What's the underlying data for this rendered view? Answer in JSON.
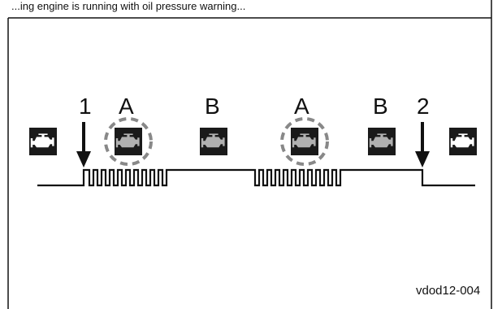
{
  "caption_fragment": "...ing engine is running with oil pressure warning...",
  "markers": [
    {
      "label": "1"
    },
    {
      "label": "A"
    },
    {
      "label": "B"
    },
    {
      "label": "A"
    },
    {
      "label": "B"
    },
    {
      "label": "2"
    }
  ],
  "reference_code": "vdod12-004",
  "colors": {
    "line": "#111111",
    "icon_dark": "#1a1a1a",
    "icon_gray": "#b0b0b0",
    "icon_white": "#ffffff",
    "dashed_ring": "#888888"
  },
  "icons": [
    {
      "name": "oil-warning-lamp-icon",
      "state": "off"
    },
    {
      "name": "oil-warning-lamp-icon",
      "state": "dim"
    },
    {
      "name": "oil-warning-lamp-icon",
      "state": "dim"
    },
    {
      "name": "oil-warning-lamp-icon",
      "state": "dim"
    },
    {
      "name": "oil-warning-lamp-icon",
      "state": "dim"
    },
    {
      "name": "oil-warning-lamp-icon",
      "state": "off"
    }
  ]
}
